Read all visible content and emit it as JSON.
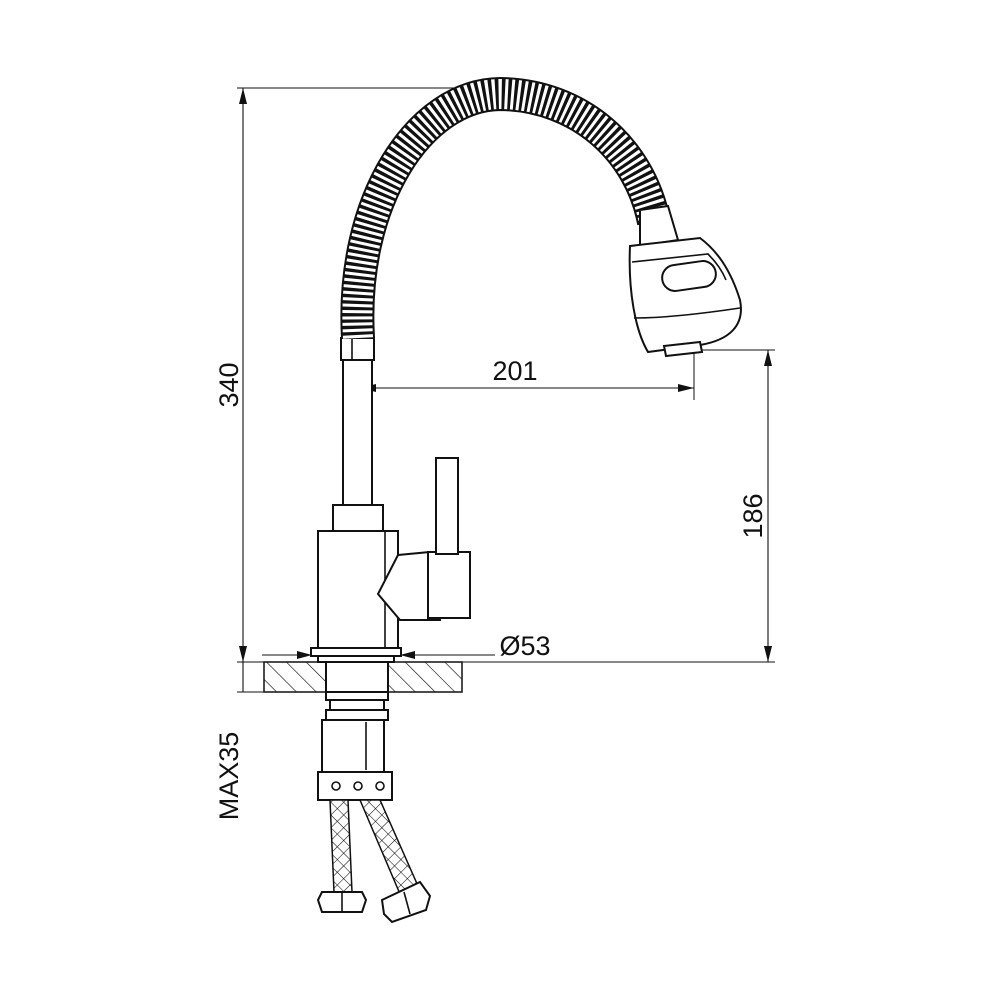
{
  "dimensions": {
    "height_total": "340",
    "spout_reach": "201",
    "spout_height": "186",
    "base_diameter": "Ø53",
    "max_thickness": "MAX35"
  },
  "colors": {
    "line": "#111111",
    "background": "#ffffff",
    "hatch": "#111111"
  }
}
